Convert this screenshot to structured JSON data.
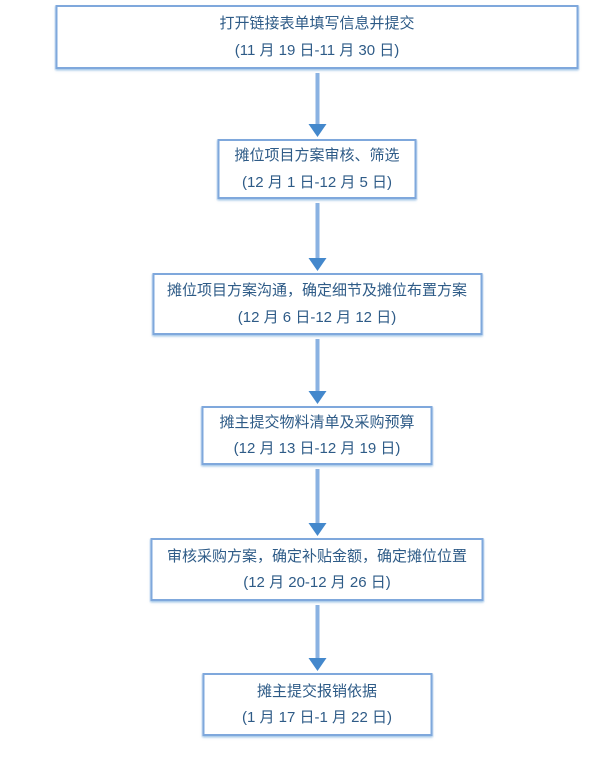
{
  "flowchart": {
    "colors": {
      "box_border": "#7fa8dc",
      "box_background": "#ffffff",
      "text": "#2e5b87",
      "arrow_shaft": "#8ab2e2",
      "arrow_head": "#4488cc"
    },
    "steps": [
      {
        "title": "打开链接表单填写信息并提交",
        "date": "(11 月 19 日-11 月 30 日)"
      },
      {
        "title": "摊位项目方案审核、筛选",
        "date": "(12 月 1 日-12 月 5 日)"
      },
      {
        "title": "摊位项目方案沟通，确定细节及摊位布置方案",
        "date": "(12 月 6 日-12 月 12 日)"
      },
      {
        "title": "摊主提交物料清单及采购预算",
        "date": "(12 月 13 日-12 月 19 日)"
      },
      {
        "title": "审核采购方案，确定补贴金额，确定摊位位置",
        "date": "(12 月 20-12 月 26 日)"
      },
      {
        "title": "摊主提交报销依据",
        "date": "(1 月 17 日-1 月 22 日)"
      }
    ]
  }
}
